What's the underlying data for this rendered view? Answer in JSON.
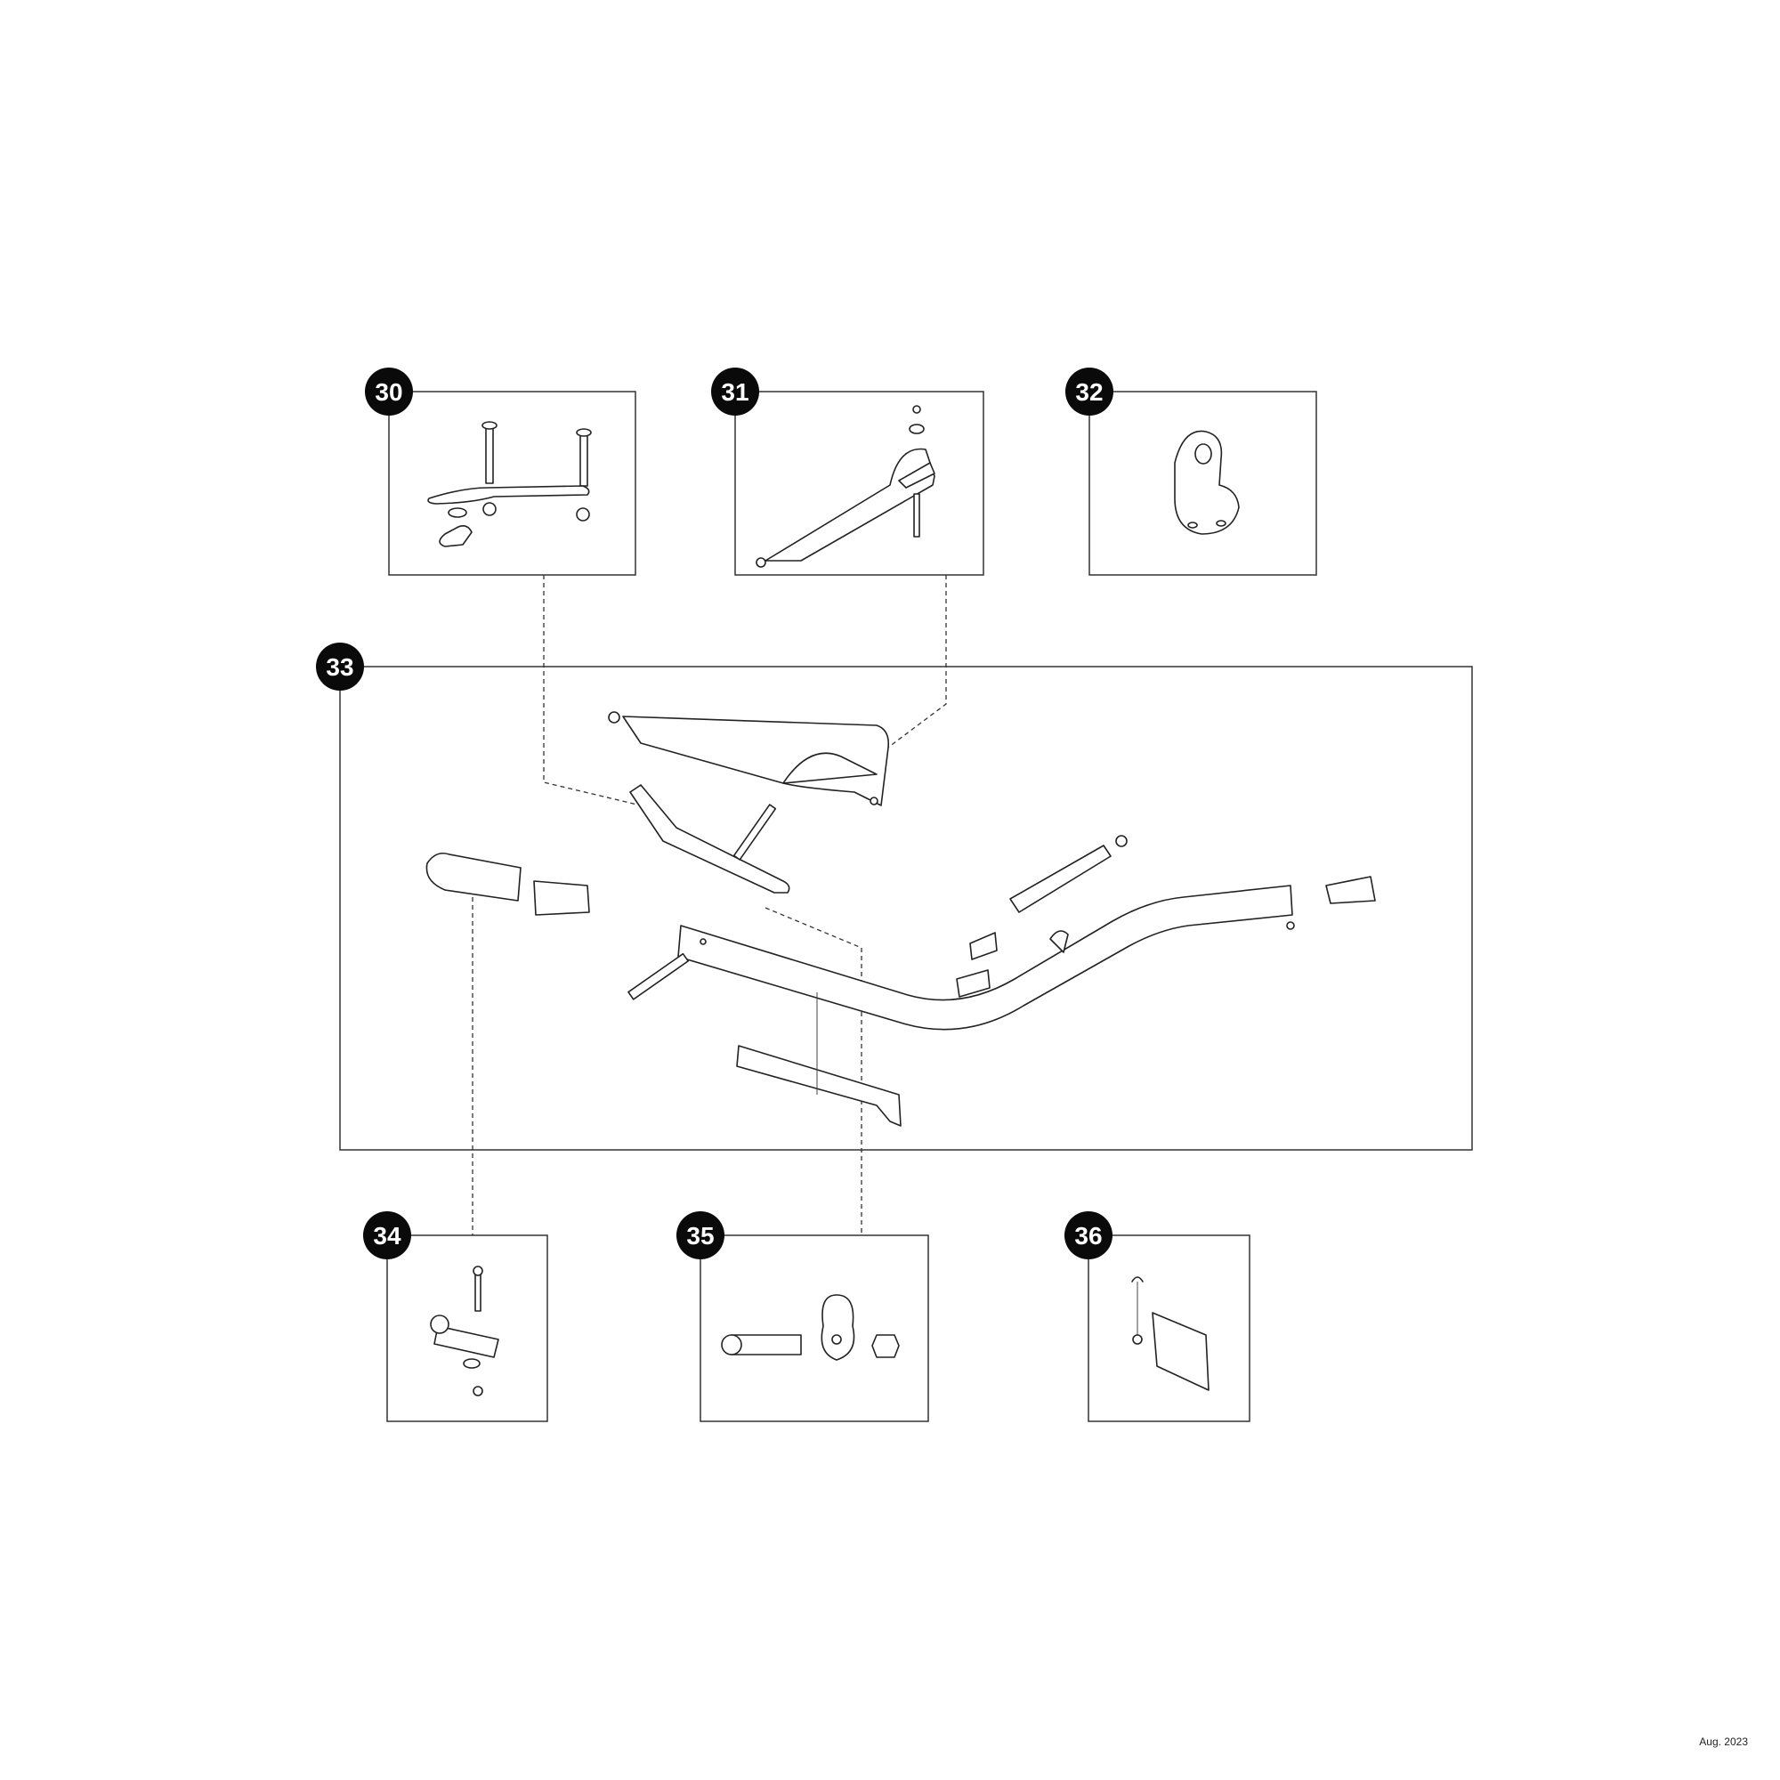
{
  "panels": [
    {
      "number": "30"
    },
    {
      "number": "31"
    },
    {
      "number": "32"
    },
    {
      "number": "33"
    },
    {
      "number": "34"
    },
    {
      "number": "35"
    },
    {
      "number": "36"
    }
  ],
  "footer": {
    "date": "Aug. 2023"
  }
}
